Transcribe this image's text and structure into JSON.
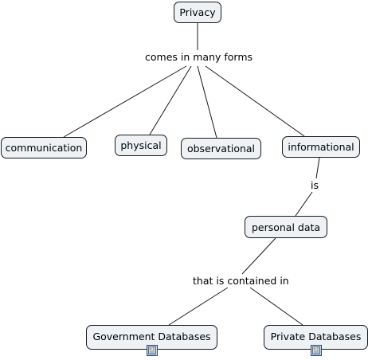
{
  "concept_map": {
    "nodes": {
      "privacy": "Privacy",
      "communication": "communication",
      "physical": "physical",
      "observational": "observational",
      "informational": "informational",
      "personal_data": "personal data",
      "government_databases": "Government Databases",
      "private_databases": "Private Databases"
    },
    "link_labels": {
      "comes_in_many_forms": "comes in many forms",
      "is": "is",
      "that_is_contained_in": "that is contained in"
    },
    "resource_icons": {
      "government_databases": "document-icon",
      "private_databases": "document-icon"
    },
    "colors": {
      "node_fill": "#eef2f5",
      "node_border": "#1a1a1a",
      "line": "#1a1a1a"
    }
  }
}
